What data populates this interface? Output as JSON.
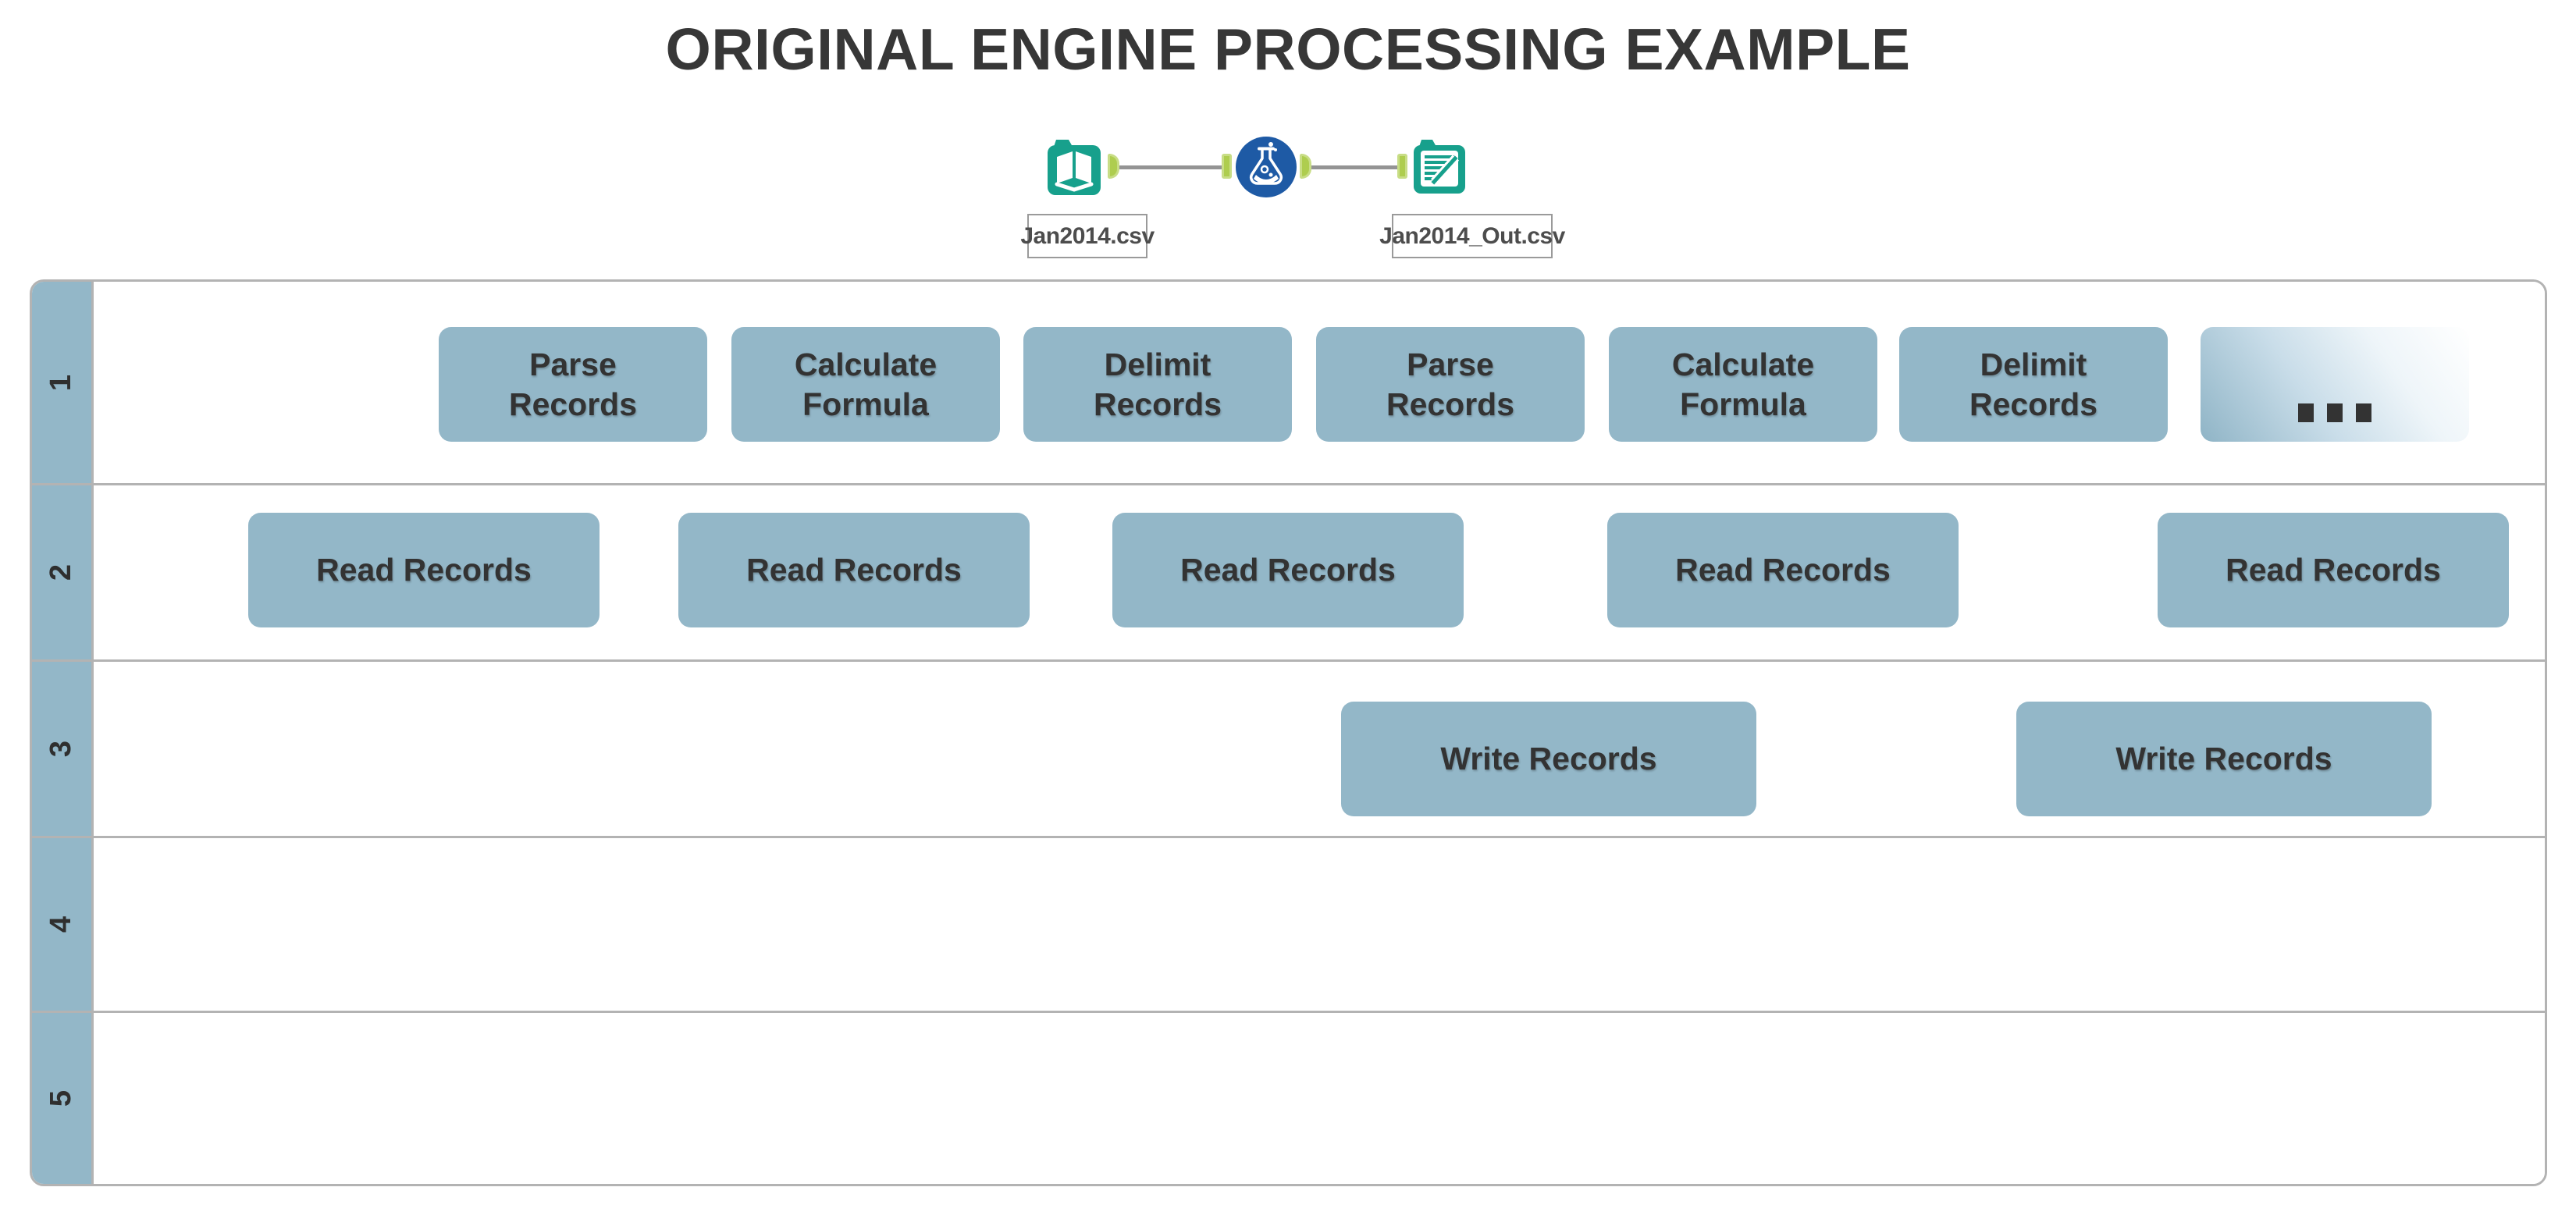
{
  "title": "ORIGINAL ENGINE PROCESSING EXAMPLE",
  "workflow": {
    "input_file_label": "Jan2014.csv",
    "output_file_label": "Jan2014_Out.csv",
    "icons": {
      "input": "book-input-data-icon",
      "middle": "flask-formula-tool-icon",
      "output": "document-pencil-output-data-icon",
      "anchors": "connection-anchor-icon"
    }
  },
  "lanes": [
    {
      "number": "1",
      "boxes": [
        "Parse\nRecords",
        "Calculate\nFormula",
        "Delimit\nRecords",
        "Parse\nRecords",
        "Calculate\nFormula",
        "Delimit\nRecords",
        "..."
      ]
    },
    {
      "number": "2",
      "boxes": [
        "Read Records",
        "Read Records",
        "Read Records",
        "Read Records",
        "Read Records"
      ]
    },
    {
      "number": "3",
      "boxes": [
        "Write Records",
        "Write Records"
      ]
    },
    {
      "number": "4",
      "boxes": []
    },
    {
      "number": "5",
      "boxes": []
    }
  ],
  "colors": {
    "process_box_fill": "#93b7c8",
    "lane_label_fill": "#93b7c8",
    "grid_border": "#b3b3b3",
    "title_text": "#373737",
    "box_text": "#333333",
    "tool_teal": "#17a08c",
    "flask_blue": "#1e5aa5",
    "anchor_green": "#aecd4f",
    "connector_gray": "#949494",
    "file_label_text": "#4d4d4d"
  }
}
